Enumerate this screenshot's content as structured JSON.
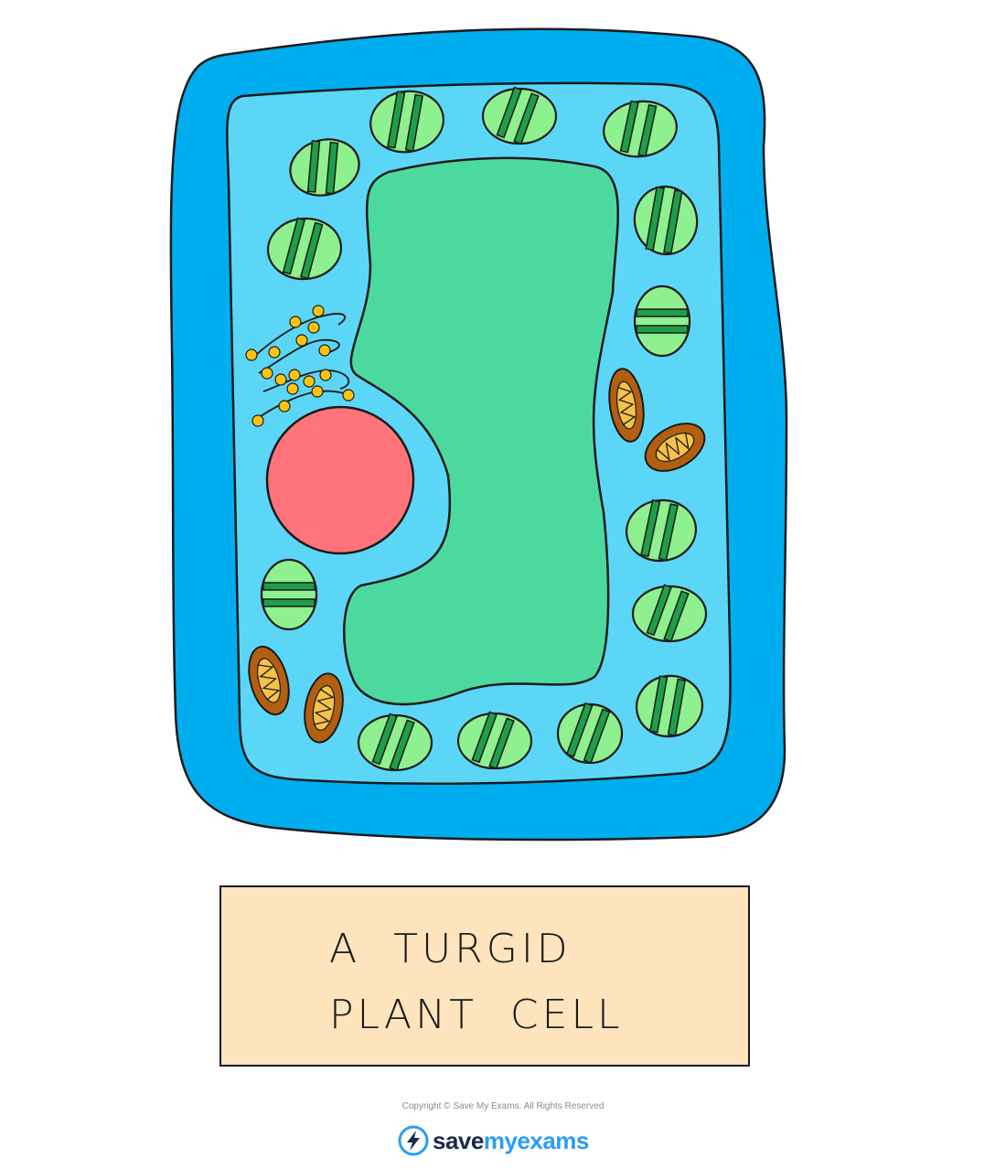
{
  "diagram": {
    "label_line1": "A  TURGID",
    "label_line2": "PLANT  CELL",
    "colors": {
      "cell_wall": "#00aeef",
      "cytoplasm": "#5bd6f7",
      "vacuole": "#4cd9a0",
      "nucleus": "#ff737b",
      "chloroplast": "#8ef08e",
      "chloroplast_stripe": "#1f9e4a",
      "mitochondrion": "#b35f12",
      "mitochondrion_inner": "#f5c24a",
      "ribosome": "#ffc20e",
      "label_background": "#fde4bc"
    },
    "organelle_icons": [
      "chloroplast-icon",
      "mitochondrion-icon",
      "ribosome-icon",
      "nucleus-icon",
      "vacuole-icon"
    ]
  },
  "footer": {
    "copyright": "Copyright © Save My Exams. All Rights Reserved",
    "brand_word1": "save",
    "brand_word2": "my",
    "brand_word3": "exams",
    "brand_icon": "lightning-bolt-icon"
  }
}
